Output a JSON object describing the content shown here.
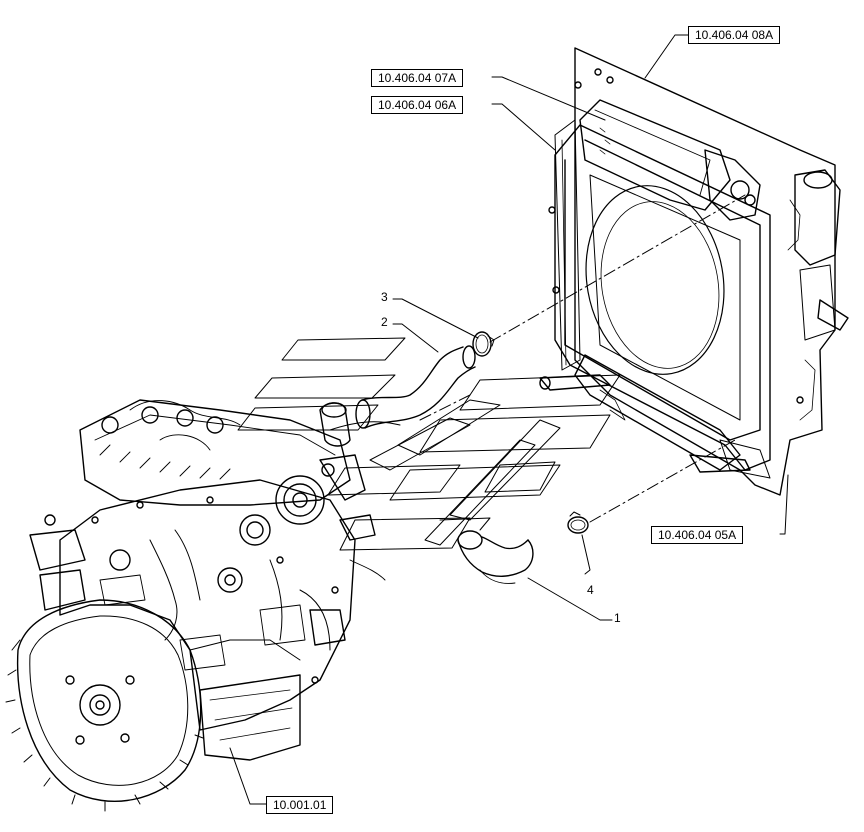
{
  "references": {
    "radiator_assembly": "10.406.04 08A",
    "upper_bracket": "10.406.04 07A",
    "side_bracket": "10.406.04 06A",
    "lower_bracket": "10.406.04 05A",
    "engine": "10.001.01"
  },
  "callouts": {
    "lower_hose": "1",
    "upper_hose": "2",
    "upper_clamp": "3",
    "lower_clamp": "4"
  }
}
